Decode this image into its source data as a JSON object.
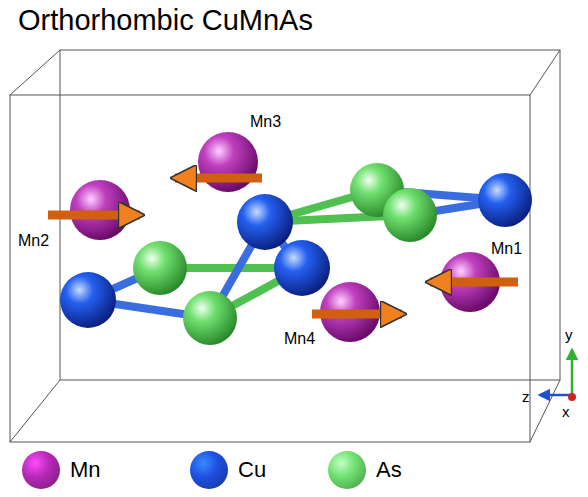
{
  "diagram": {
    "title": "Orthorhombic CuMnAs",
    "labels": [
      "Mn2",
      "Mn3",
      "Mn1",
      "Mn4",
      "y",
      "z",
      "x"
    ],
    "legend": [
      {
        "text": "Mn",
        "color": "#b52ab5"
      },
      {
        "text": "Cu",
        "color": "#1f4fe0"
      },
      {
        "text": "As",
        "color": "#6ee06e"
      }
    ]
  }
}
